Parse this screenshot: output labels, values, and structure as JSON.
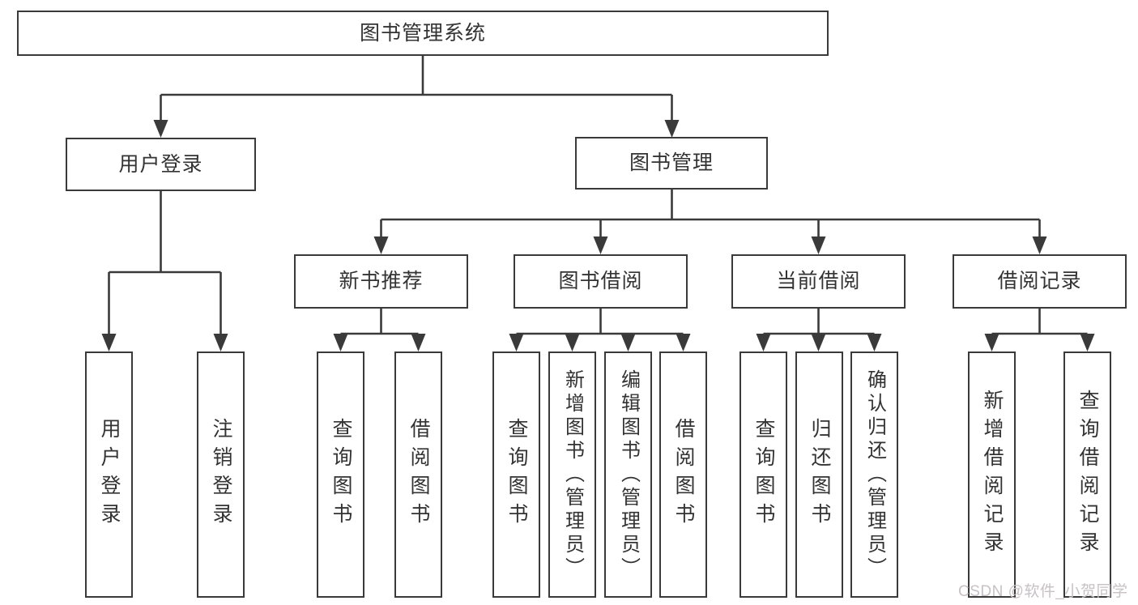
{
  "tree": {
    "label": "图书管理系统",
    "children": [
      {
        "label": "用户登录",
        "children": [
          {
            "label": "用户登录"
          },
          {
            "label": "注销登录"
          }
        ]
      },
      {
        "label": "图书管理",
        "children": [
          {
            "label": "新书推荐",
            "children": [
              {
                "label": "查询图书"
              },
              {
                "label": "借阅图书"
              }
            ]
          },
          {
            "label": "图书借阅",
            "children": [
              {
                "label": "查询图书"
              },
              {
                "label": "新增图书（管理员）"
              },
              {
                "label": "编辑图书（管理员）"
              },
              {
                "label": "借阅图书"
              }
            ]
          },
          {
            "label": "当前借阅",
            "children": [
              {
                "label": "查询图书"
              },
              {
                "label": "归还图书"
              },
              {
                "label": "确认归还（管理员）"
              }
            ]
          },
          {
            "label": "借阅记录",
            "children": [
              {
                "label": "新增借阅记录"
              },
              {
                "label": "查询借阅记录"
              }
            ]
          }
        ]
      }
    ]
  },
  "watermark": {
    "text": "CSDN @软件_小贺同学"
  },
  "colors": {
    "line": "#3a3a3a",
    "text": "#333333",
    "box_background": "#ffffff",
    "watermark": "#c8c1c5",
    "page_background": "#ffffff"
  }
}
